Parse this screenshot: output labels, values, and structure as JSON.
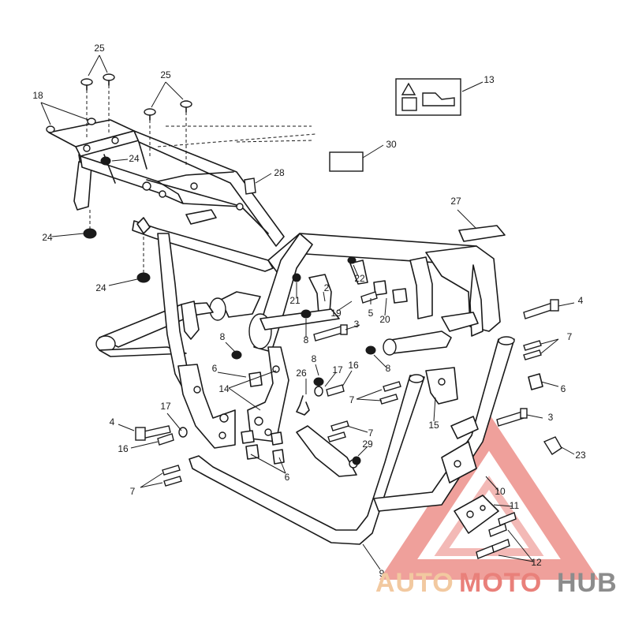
{
  "watermark": {
    "part1": "AUTO",
    "part2": "MOTO",
    "part3": "HUB",
    "color_accent": "#f2c9a0",
    "color_red": "#e9807a",
    "color_gray": "#8c8c8c"
  },
  "callouts": {
    "c2": "2",
    "c3a": "3",
    "c3b": "3",
    "c4a": "4",
    "c4b": "4",
    "c5": "5",
    "c6a": "6",
    "c6b": "6",
    "c6c": "6",
    "c7a": "7",
    "c7b": "7",
    "c7c": "7",
    "c7d": "7",
    "c8a": "8",
    "c8b": "8",
    "c8c": "8",
    "c8d": "8",
    "c9": "9",
    "c10": "10",
    "c11": "11",
    "c12": "12",
    "c13": "13",
    "c14": "14",
    "c15": "15",
    "c16a": "16",
    "c16b": "16",
    "c17a": "17",
    "c17b": "17",
    "c18": "18",
    "c19": "19",
    "c20": "20",
    "c21": "21",
    "c22": "22",
    "c23": "23",
    "c24a": "24",
    "c24b": "24",
    "c24c": "24",
    "c25a": "25",
    "c25b": "25",
    "c26": "26",
    "c27": "27",
    "c28": "28",
    "c29": "29",
    "c30": "30"
  }
}
